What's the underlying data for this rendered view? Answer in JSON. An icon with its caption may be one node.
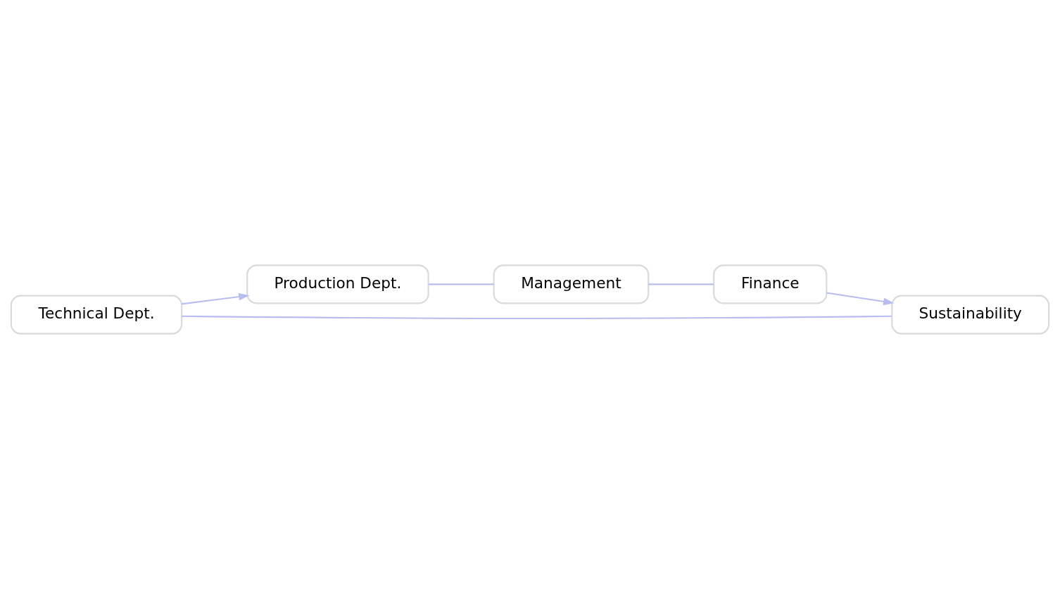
{
  "diagram": {
    "nodes": [
      {
        "text": [
          "Production Dept."
        ]
      },
      {
        "text": [
          "Management"
        ]
      },
      {
        "text": [
          "Finance"
        ]
      },
      {
        "text": [
          "Technical Dept."
        ]
      },
      {
        "text": [
          "Sustainability"
        ]
      }
    ],
    "edges": [
      {
        "from": 0,
        "to": 1,
        "arrow": "none"
      },
      {
        "from": 3,
        "to": 0,
        "arrow": "to"
      },
      {
        "from": 1,
        "to": 2,
        "arrow": "none"
      },
      {
        "from": 2,
        "to": 4,
        "arrow": "to"
      },
      {
        "from": 3,
        "to": 4,
        "arrow": "none"
      }
    ]
  }
}
